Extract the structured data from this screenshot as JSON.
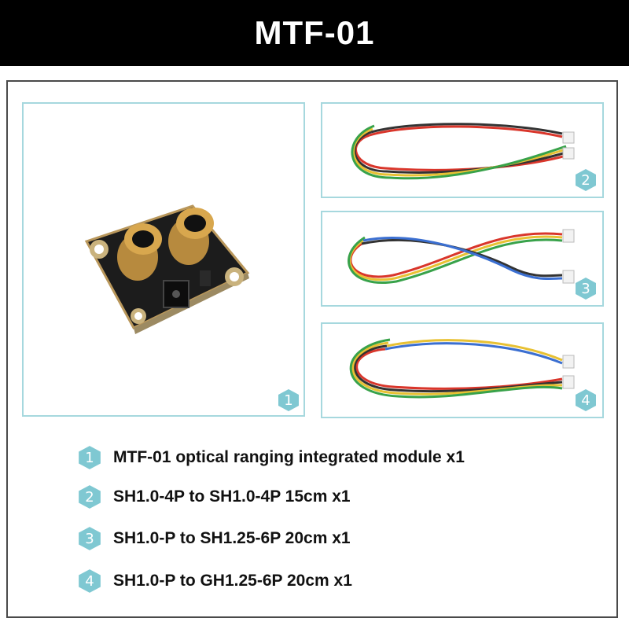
{
  "header": {
    "title": "MTF-01"
  },
  "colors": {
    "accent": "#a6d8de",
    "badge": "#7fc8d2",
    "header_bg": "#000000"
  },
  "panels": [
    {
      "number": "1",
      "content": "module-photo"
    },
    {
      "number": "2",
      "content": "cable-sh10-4p"
    },
    {
      "number": "3",
      "content": "cable-sh125-6p"
    },
    {
      "number": "4",
      "content": "cable-gh125-6p"
    }
  ],
  "items": [
    {
      "number": "1",
      "text": "MTF-01 optical ranging integrated module x1"
    },
    {
      "number": "2",
      "text": "SH1.0-4P to SH1.0-4P 15cm x1"
    },
    {
      "number": "3",
      "text": "SH1.0-P to SH1.25-6P 20cm x1"
    },
    {
      "number": "4",
      "text": "SH1.0-P to GH1.25-6P 20cm x1"
    }
  ]
}
